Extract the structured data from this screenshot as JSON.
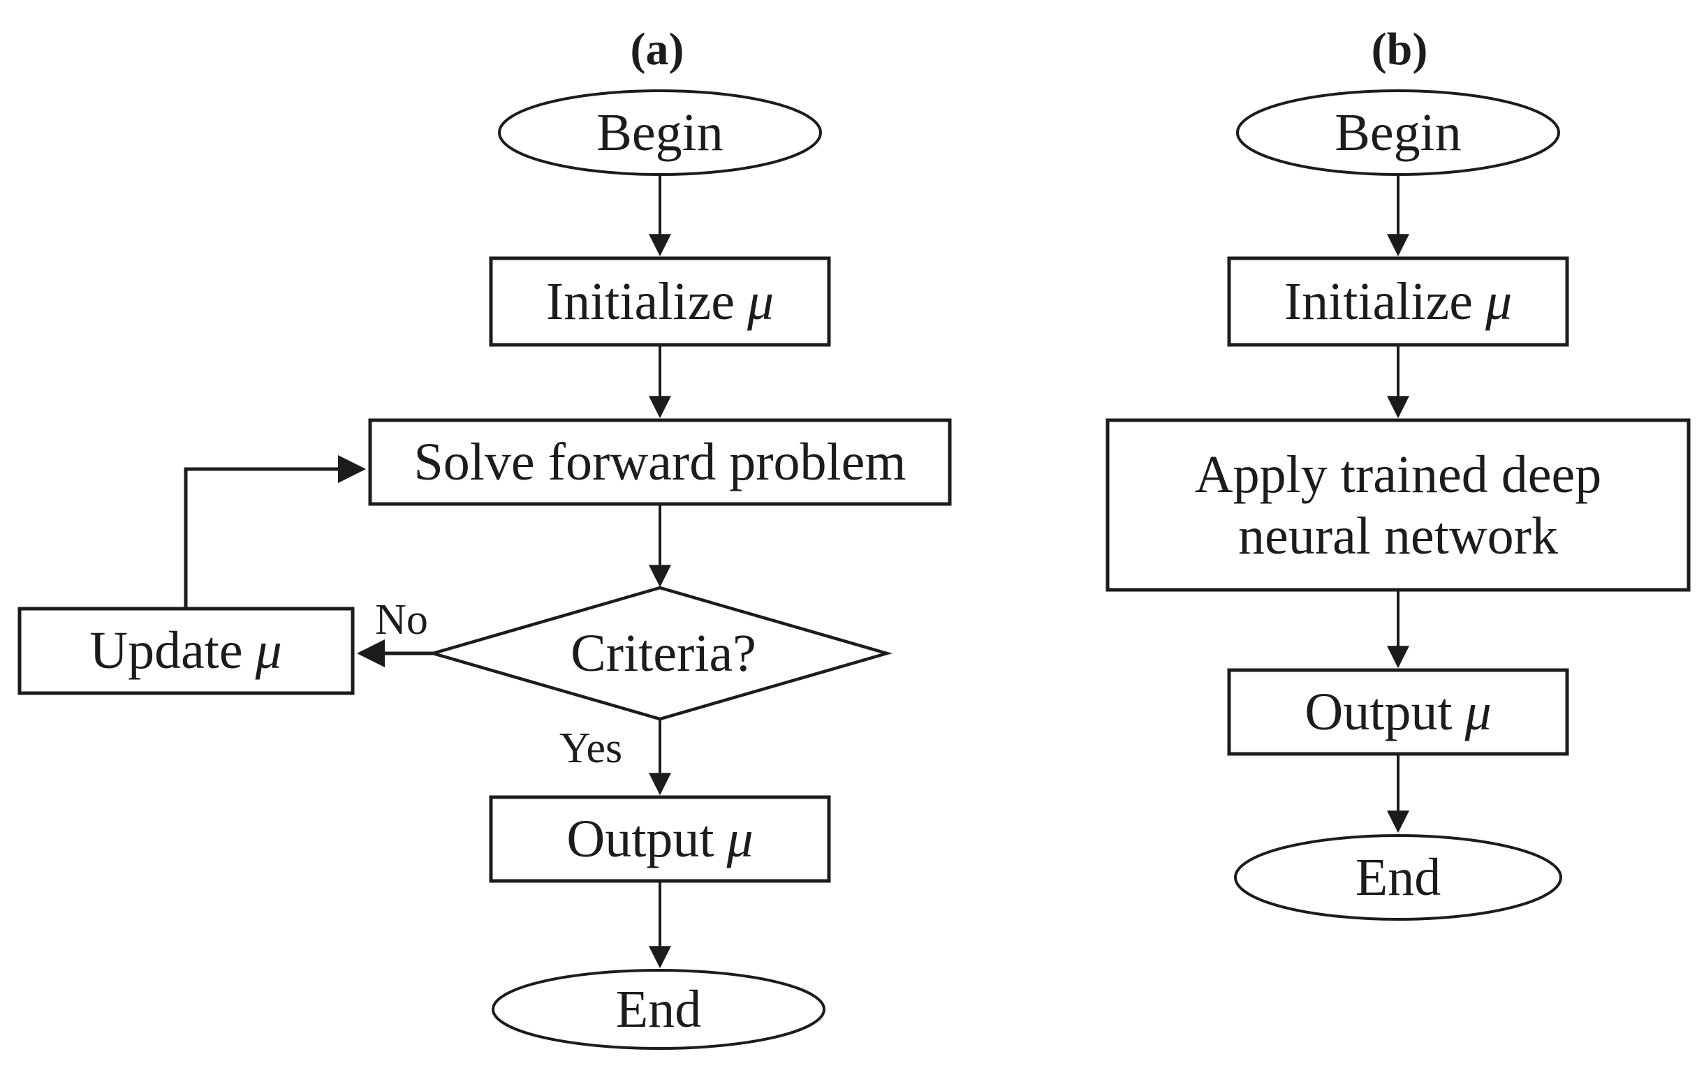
{
  "figure": {
    "colors": {
      "stroke": "#1c1c1c",
      "background": "#ffffff",
      "text": "#1c1c1c"
    },
    "symbols": {
      "mu": "μ"
    },
    "panels": [
      {
        "label": "(a)",
        "nodes": {
          "begin": "Begin",
          "initialize_prefix": "Initialize",
          "solve": "Solve forward problem",
          "criteria": "Criteria?",
          "update_prefix": "Update",
          "output_prefix": "Output",
          "end": "End"
        },
        "edges": {
          "no": "No",
          "yes": "Yes"
        }
      },
      {
        "label": "(b)",
        "nodes": {
          "begin": "Begin",
          "initialize_prefix": "Initialize",
          "apply_line1": "Apply trained deep",
          "apply_line2": "neural network",
          "output_prefix": "Output",
          "end": "End"
        }
      }
    ]
  }
}
